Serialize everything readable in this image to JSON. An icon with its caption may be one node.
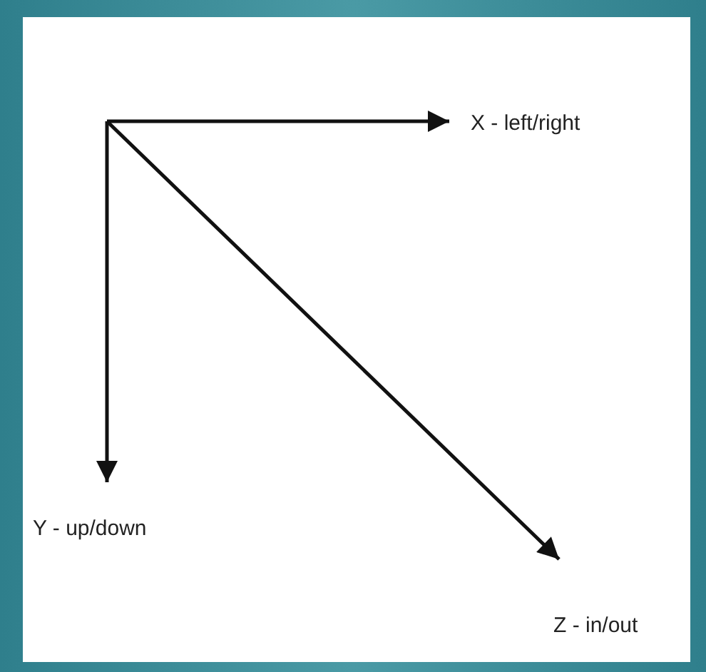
{
  "diagram": {
    "labels": [
      "X - left/right",
      "Y - up/down",
      "Z - in/out"
    ]
  }
}
